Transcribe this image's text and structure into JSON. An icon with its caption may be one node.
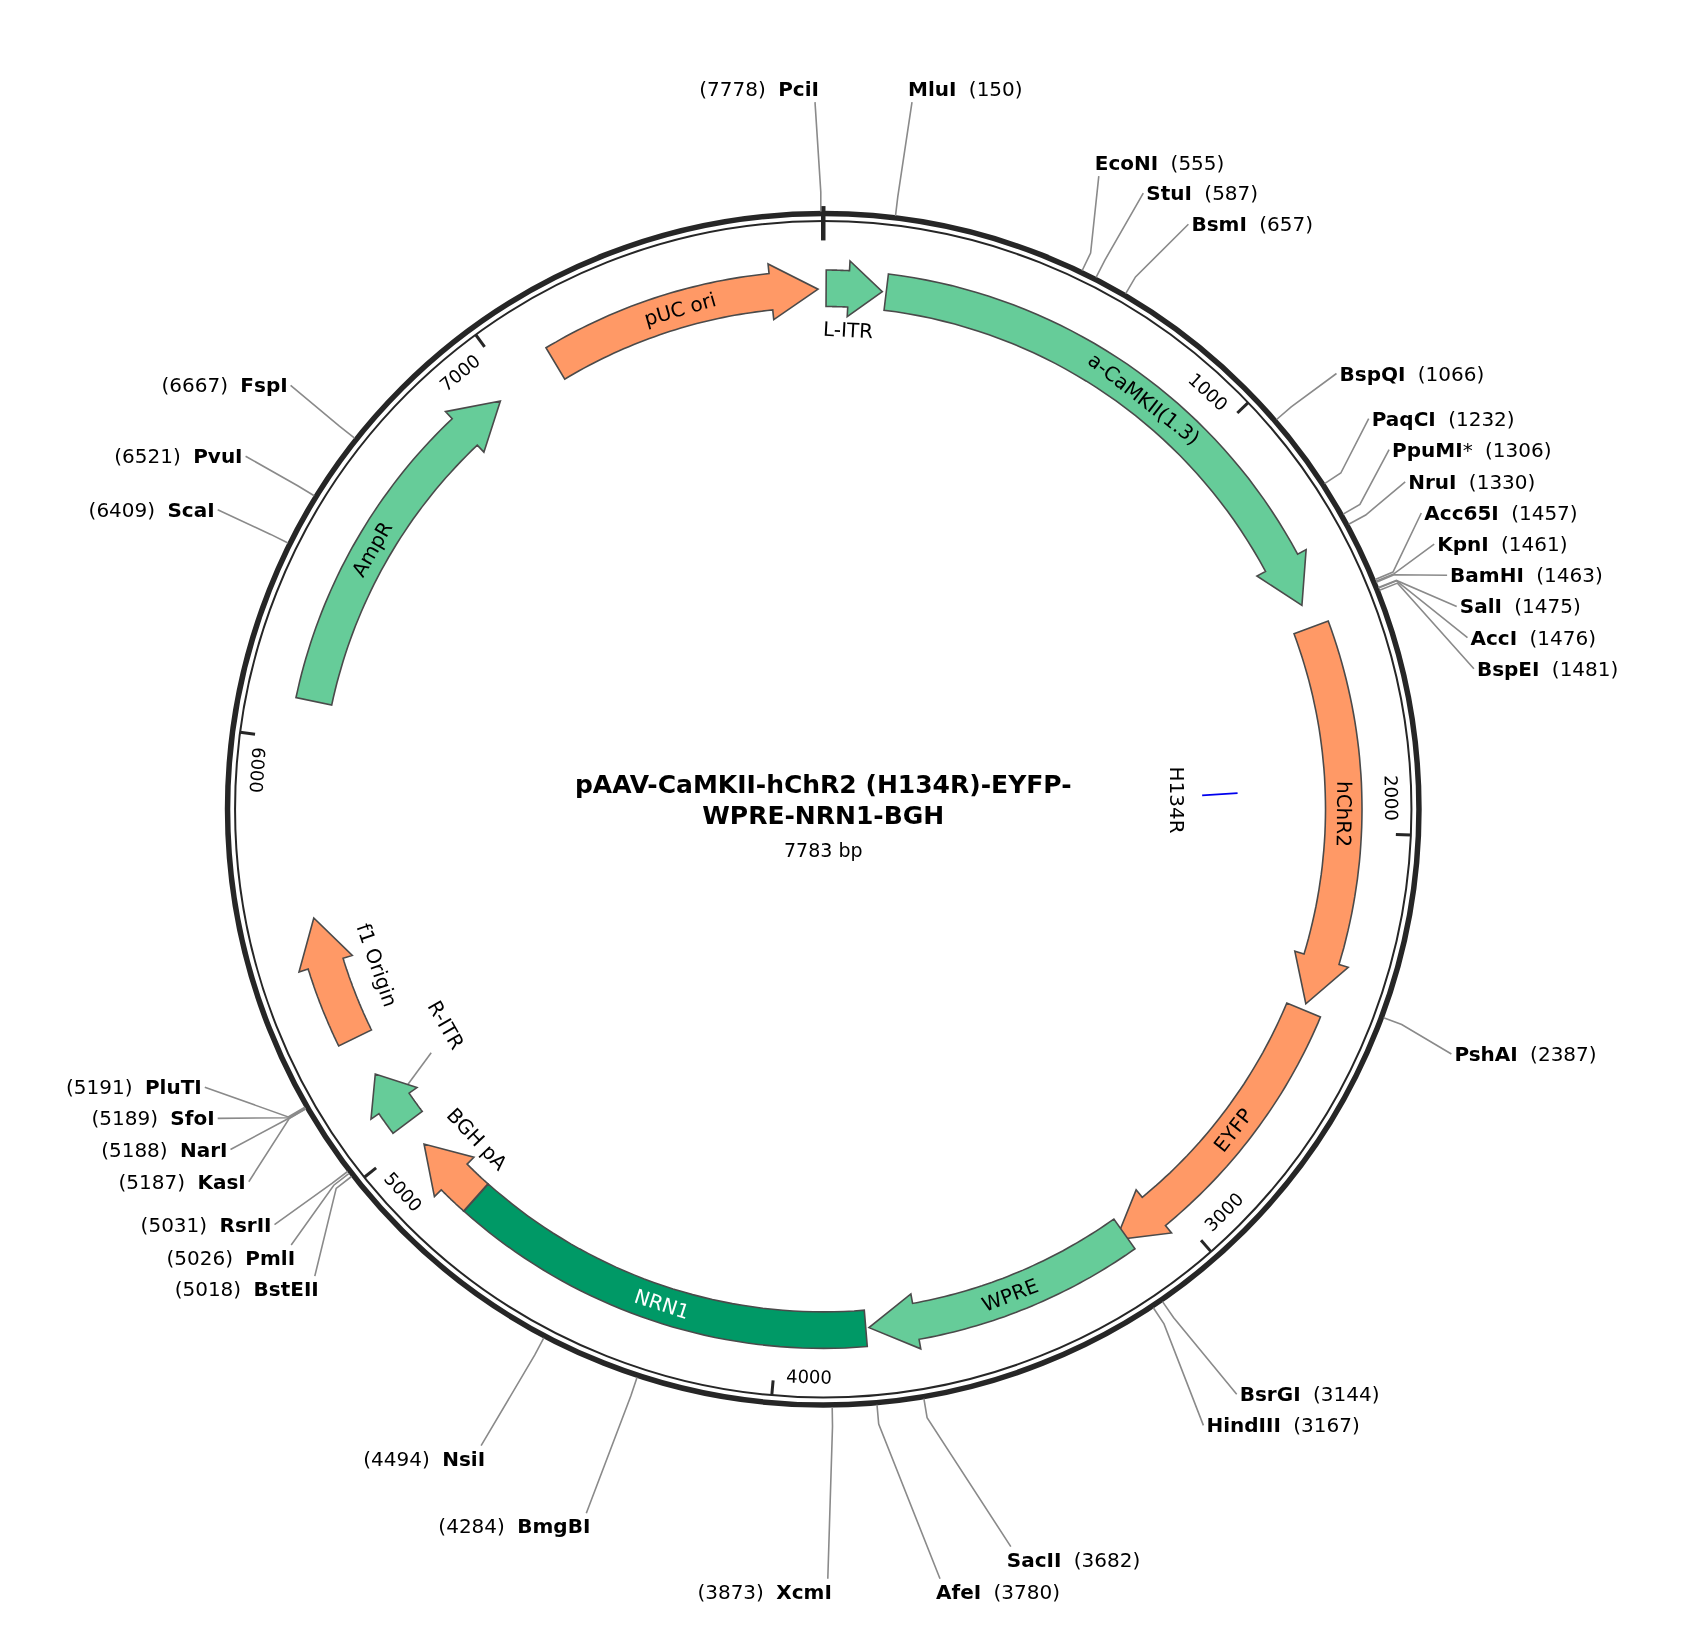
{
  "diagram": {
    "title": "pAAV-CaMKII-hChR2 (H134R)-EYFP-WPRE-NRN1-BGH",
    "nodes": [
      {
        "text": [
          "(7778) **PciI**"
        ]
      },
      {
        "text": [
          "**MluI** (150)"
        ]
      },
      {
        "text": [
          "**EcoNI** (555)"
        ]
      },
      {
        "text": [
          "**StuI** (587)"
        ]
      },
      {
        "text": [
          "**BsmI** (657)"
        ]
      },
      {
        "text": [
          "**BspQI** (1066)"
        ]
      },
      {
        "text": [
          "**PaqCI** (1232)"
        ]
      },
      {
        "text": [
          "**PpuMI*** (1306)"
        ]
      },
      {
        "text": [
          "**NruI** (1330)"
        ]
      },
      {
        "text": [
          "**Acc65I** (1457)"
        ]
      },
      {
        "text": [
          "**KpnI** (1461)"
        ]
      },
      {
        "text": [
          "**BamHI** (1463)"
        ]
      },
      {
        "text": [
          "**SalI** (1475)"
        ]
      },
      {
        "text": [
          "**AccI** (1476)"
        ]
      },
      {
        "text": [
          "**BspEI** (1481)"
        ]
      },
      {
        "text": [
          "**PshAI** (2387)"
        ]
      },
      {
        "text": [
          "**BsrGI** (3144)"
        ]
      },
      {
        "text": [
          "**HindIII** (3167)"
        ]
      },
      {
        "text": [
          "**SacII** (3682)"
        ]
      },
      {
        "text": [
          "**AfeI** (3780)"
        ]
      },
      {
        "text": [
          "(3873) **XcmI**"
        ]
      },
      {
        "text": [
          "(4284) **BmgBI**"
        ]
      },
      {
        "text": [
          "(4494) **NsiI**"
        ]
      },
      {
        "text": [
          "(5018) **BstEII**"
        ]
      },
      {
        "text": [
          "(5026) **PmlI**"
        ]
      },
      {
        "text": [
          "(5031) **RsrII**"
        ]
      },
      {
        "text": [
          "(5187) **KasI**"
        ]
      },
      {
        "text": [
          "(5188) **NarI**"
        ]
      },
      {
        "text": [
          "(5189) **SfoI**"
        ]
      },
      {
        "text": [
          "(5191) **PluTI**"
        ]
      },
      {
        "text": [
          "(6409) **ScaI**"
        ]
      },
      {
        "text": [
          "(6521) **PvuI**"
        ]
      },
      {
        "text": [
          "(6667) **FspI**"
        ]
      },
      {
        "text": [
          "pUC ori"
        ]
      },
      {
        "text": [
          "L-ITR"
        ]
      },
      {
        "text": [
          "a-CaMKII(1.3)"
        ]
      },
      {
        "text": [
          "hChR2"
        ]
      },
      {
        "text": [
          "EYFP"
        ]
      },
      {
        "text": [
          "WPRE"
        ]
      },
      {
        "text": [
          "NRN1"
        ]
      },
      {
        "text": [
          "BGH pA"
        ]
      },
      {
        "text": [
          "R-ITR"
        ]
      },
      {
        "text": [],
        "shape": "arrow"
      },
      {
        "text": [
          "f1 Origin"
        ]
      },
      {
        "text": [
          "AmpR"
        ]
      }
    ],
    "edges": [
      {
        "from": 0,
        "to": null,
        "arrow": "none"
      },
      {
        "from": 1,
        "to": null,
        "arrow": "none"
      },
      {
        "from": 2,
        "to": null,
        "arrow": "none"
      },
      {
        "from": 3,
        "to": null,
        "arrow": "none"
      },
      {
        "from": 4,
        "to": null,
        "arrow": "none"
      },
      {
        "from": 5,
        "to": null,
        "arrow": "none"
      },
      {
        "from": 6,
        "to": null,
        "arrow": "none"
      },
      {
        "from": 7,
        "to": null,
        "arrow": "none"
      },
      {
        "from": 8,
        "to": null,
        "arrow": "none"
      },
      {
        "from": 9,
        "to": null,
        "arrow": "none"
      },
      {
        "from": 10,
        "to": null,
        "arrow": "none"
      },
      {
        "from": 11,
        "to": null,
        "arrow": "none"
      },
      {
        "from": 12,
        "to": null,
        "arrow": "none"
      },
      {
        "from": 13,
        "to": null,
        "arrow": "none"
      },
      {
        "from": 14,
        "to": null,
        "arrow": "none"
      },
      {
        "from": 15,
        "to": null,
        "arrow": "none"
      },
      {
        "from": 16,
        "to": null,
        "arrow": "none"
      },
      {
        "from": 17,
        "to": null,
        "arrow": "none"
      },
      {
        "from": 18,
        "to": null,
        "arrow": "none"
      },
      {
        "from": 19,
        "to": null,
        "arrow": "none"
      },
      {
        "from": 20,
        "to": null,
        "arrow": "none"
      },
      {
        "from": 21,
        "to": null,
        "arrow": "none"
      },
      {
        "from": 22,
        "to": null,
        "arrow": "none"
      },
      {
        "from": 23,
        "to": null,
        "arrow": "none"
      },
      {
        "from": 24,
        "to": null,
        "arrow": "none"
      },
      {
        "from": 25,
        "to": null,
        "arrow": "none"
      },
      {
        "from": 26,
        "to": null,
        "arrow": "none"
      },
      {
        "from": 27,
        "to": null,
        "arrow": "none"
      },
      {
        "from": 28,
        "to": null,
        "arrow": "none"
      },
      {
        "from": 29,
        "to": null,
        "arrow": "none"
      },
      {
        "from": 30,
        "to": null,
        "arrow": "none"
      },
      {
        "from": 31,
        "to": null,
        "arrow": "none"
      },
      {
        "from": 32,
        "to": null,
        "arrow": "none"
      },
      {
        "from": 41,
        "to": 42,
        "arrow": "none"
      }
    ],
    "labels": [
      "7000",
      "1000",
      "6000",
      "H134R",
      "2000",
      "7783 bp",
      "5000",
      "3000",
      "4000"
    ]
  }
}
